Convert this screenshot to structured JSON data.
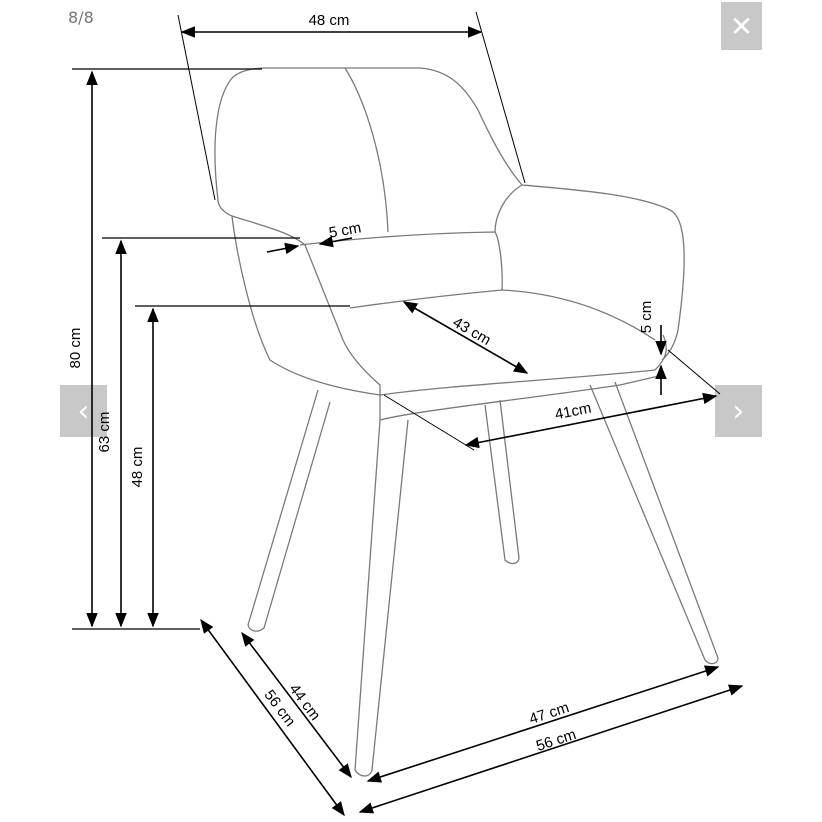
{
  "viewer": {
    "counter": "8/8",
    "close_icon": "close-icon",
    "prev_icon": "chevron-left-icon",
    "next_icon": "chevron-right-icon",
    "close_glyph": "✕",
    "prev_glyph": "‹",
    "next_glyph": "›"
  },
  "drawing": {
    "dimensions": {
      "top_width": "48 cm",
      "armrest_width": "5 cm",
      "seat_depth": "43 cm",
      "armrest_height": "5 cm",
      "seat_width": "41cm",
      "total_height": "80 cm",
      "armrest_floor_height": "63 cm",
      "seat_height": "48 cm",
      "side_depth_inner": "44 cm",
      "side_depth_outer": "56 cm",
      "front_width_inner": "47 cm",
      "front_width_outer": "56 cm"
    }
  }
}
